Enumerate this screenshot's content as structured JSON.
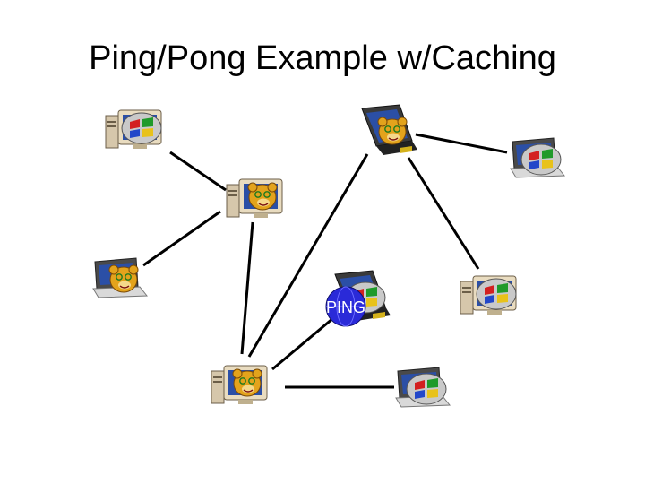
{
  "title": "Ping/Pong Example w/Caching",
  "ping_label": "PING",
  "colors": {
    "edge": "#000000",
    "ping_globe": "#2a2ad8",
    "bear": "#e3a31c",
    "monitor": "#3a3a3a",
    "case": "#d6c7ab",
    "screen_blue": "#2b4fa6"
  },
  "nodes": [
    {
      "id": "n1",
      "device": "desktop",
      "avatar": "windows-logo-icon"
    },
    {
      "id": "n2",
      "device": "desktop",
      "avatar": "bear-icon"
    },
    {
      "id": "n3",
      "device": "laptop",
      "avatar": "bear-icon"
    },
    {
      "id": "n4",
      "device": "laptop-tilted",
      "avatar": "bear-icon"
    },
    {
      "id": "n5",
      "device": "laptop",
      "avatar": "windows-logo-icon"
    },
    {
      "id": "n6",
      "device": "laptop-tilted",
      "avatar": "windows-logo-icon",
      "badge": "ping-globe-icon"
    },
    {
      "id": "n7",
      "device": "desktop",
      "avatar": "windows-logo-icon"
    },
    {
      "id": "n8",
      "device": "desktop",
      "avatar": "bear-icon"
    },
    {
      "id": "n9",
      "device": "laptop",
      "avatar": "windows-logo-icon"
    }
  ],
  "edges": [
    [
      "n1",
      "n2"
    ],
    [
      "n2",
      "n3"
    ],
    [
      "n2",
      "n8"
    ],
    [
      "n4",
      "n8"
    ],
    [
      "n4",
      "n5"
    ],
    [
      "n4",
      "n7"
    ],
    [
      "n6",
      "n8"
    ],
    [
      "n8",
      "n9"
    ]
  ]
}
